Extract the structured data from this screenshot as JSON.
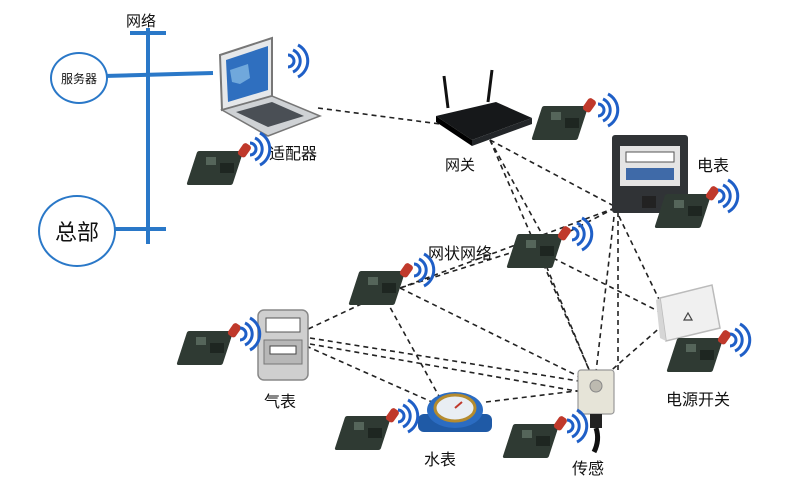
{
  "diagram": {
    "network_label": "网络",
    "server_label": "服务器",
    "hq_label": "总部",
    "adapter_label": "适配器",
    "gateway_label": "网关",
    "mesh_label": "网状网络",
    "electric_meter_label": "电表",
    "gas_meter_label": "气表",
    "water_meter_label": "水表",
    "sensor_label": "传感",
    "power_switch_label": "电源开关"
  },
  "colors": {
    "network_line": "#2a78c8",
    "link_line": "#222222",
    "module_board": "#2f3a33",
    "antenna": "#c0392b",
    "wifi": "#1f5fc7"
  }
}
